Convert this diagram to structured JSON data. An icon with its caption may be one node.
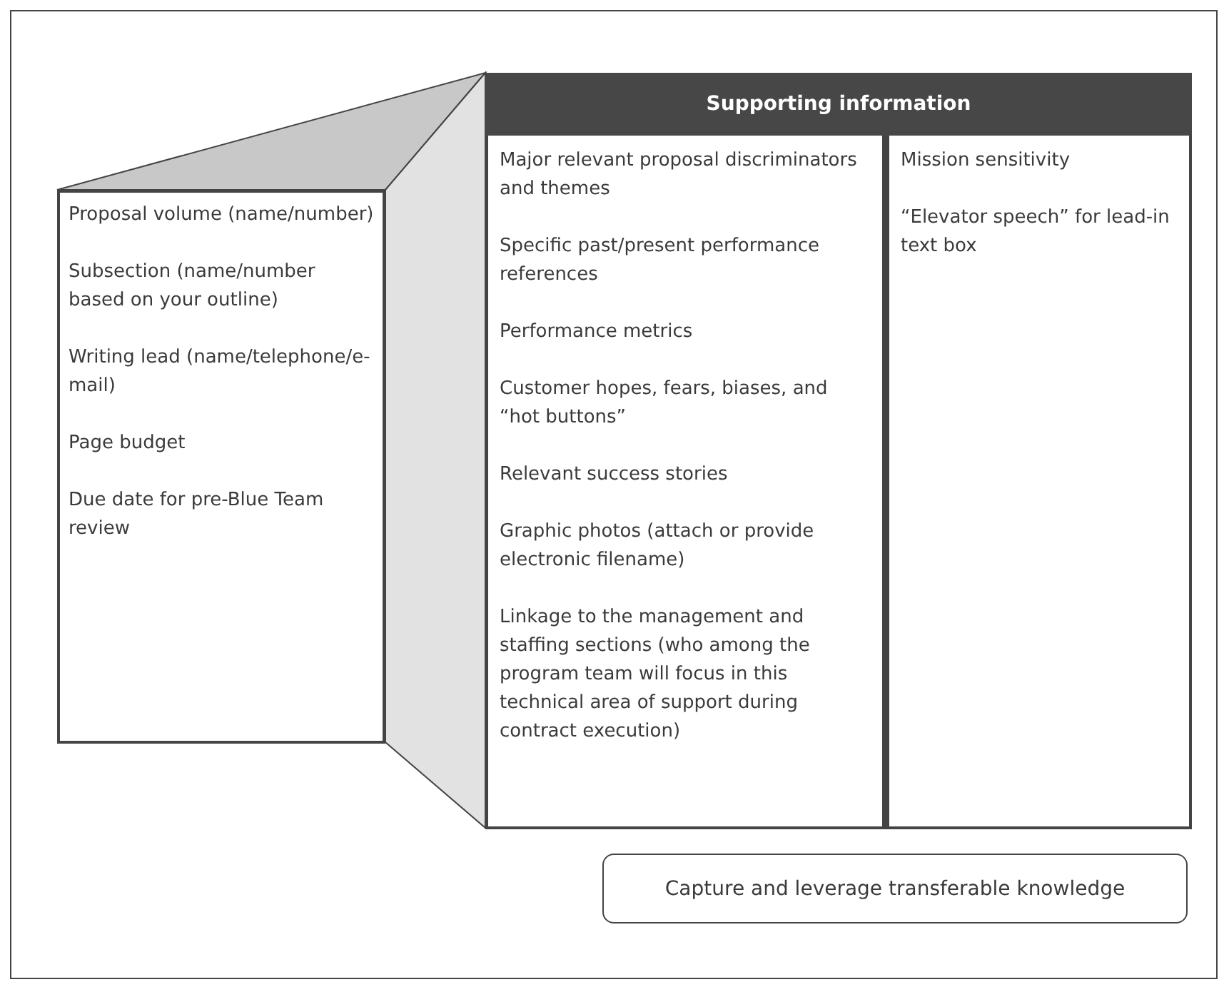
{
  "diagram": {
    "nodes": [
      {
        "text": [
          "Proposal volume (name/number)",
          "Subsection (name/number based on your outline)",
          "Writing lead (name/telephone/e-mail)",
          "Page budget",
          "Due date for pre-Blue Team review"
        ]
      },
      {
        "text": [
          "Supporting information"
        ]
      },
      {
        "text": [
          "Major relevant proposal discriminators and themes",
          "Specific past/present performance references",
          "Performance metrics",
          "Customer hopes, fears, biases, and “hot buttons”",
          "Relevant success stories",
          "Graphic photos (attach or provide electronic filename)",
          "Linkage to the management and staffing sections (who among the program team will focus in this technical area of support during contract execution)"
        ],
        "in": 1
      },
      {
        "text": [
          "Mission sensitivity",
          "“Elevator speech” for lead-in text box"
        ],
        "in": 1
      },
      {
        "text": [
          "Capture and leverage transferable knowledge"
        ]
      }
    ],
    "edges": []
  }
}
